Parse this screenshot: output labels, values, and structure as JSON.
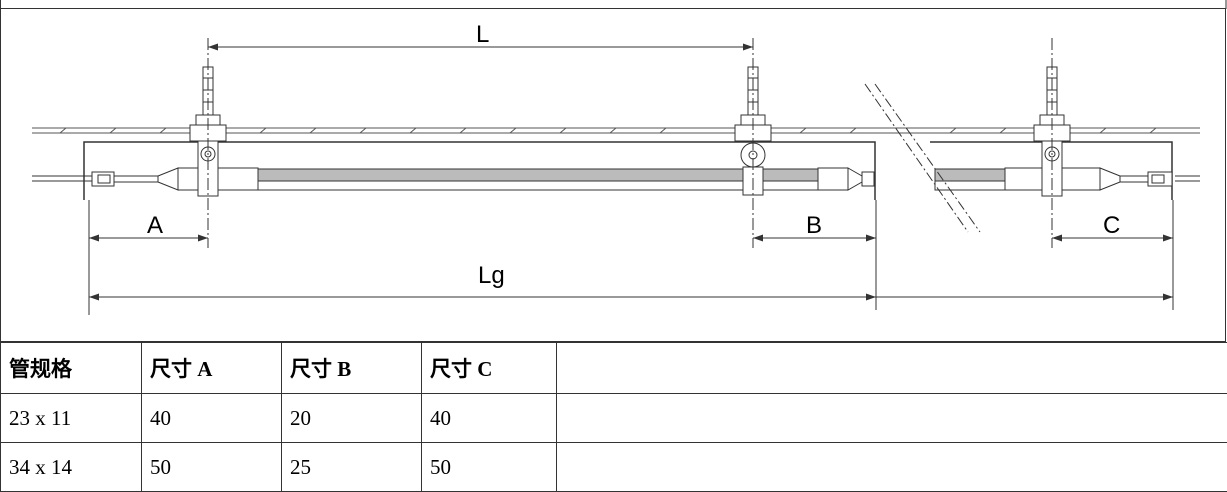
{
  "diagram": {
    "labels": {
      "L": "L",
      "A": "A",
      "B": "B",
      "C": "C",
      "Lg": "Lg"
    }
  },
  "table": {
    "headers": [
      "管规格",
      "尺寸 A",
      "尺寸 B",
      "尺寸 C",
      ""
    ],
    "rows": [
      [
        "23 x 11",
        "40",
        "20",
        "40",
        ""
      ],
      [
        "34 x 14",
        "50",
        "25",
        "50",
        ""
      ]
    ]
  }
}
